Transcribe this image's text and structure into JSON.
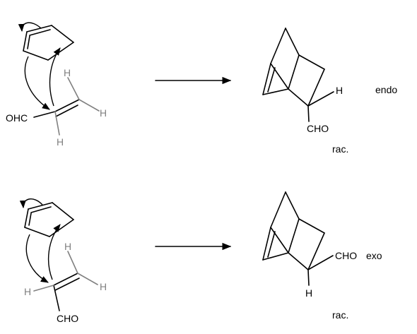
{
  "reactions": [
    {
      "id": "endo",
      "reactant": {
        "aldehyde_label": "OHC",
        "h_top": "H",
        "h_right": "H",
        "h_bottom": "H"
      },
      "product": {
        "h_label": "H",
        "cho_label": "CHO",
        "type_label": "endo",
        "stereo_label": "rac."
      }
    },
    {
      "id": "exo",
      "reactant": {
        "aldehyde_label": "CHO",
        "h_top": "H",
        "h_left": "H",
        "h_right": "H"
      },
      "product": {
        "cho_label": "CHO",
        "type_label": "exo",
        "h_label": "H",
        "stereo_label": "rac."
      }
    }
  ]
}
